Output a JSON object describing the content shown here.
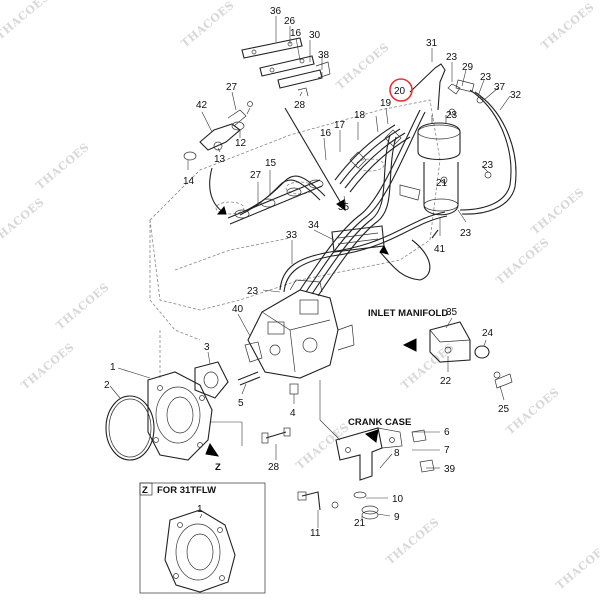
{
  "watermark": "THACOES",
  "highlight_color": "#e53333",
  "labels": {
    "p1": "1",
    "p1z": "1",
    "p2": "2",
    "p3": "3",
    "p4": "4",
    "p5": "5",
    "p6": "6",
    "p7": "7",
    "p8": "8",
    "p9": "9",
    "p10": "10",
    "p11": "11",
    "p12": "12",
    "p13": "13",
    "p14": "14",
    "p15": "15",
    "p16": "16",
    "p17": "17",
    "p18": "18",
    "p19": "19",
    "p20": "20",
    "p21": "21",
    "p22": "22",
    "p23a": "23",
    "p23b": "23",
    "p23c": "23",
    "p23d": "23",
    "p23e": "23",
    "p23f": "23",
    "p24": "24",
    "p25": "25",
    "p26": "26",
    "p27a": "27",
    "p27b": "27",
    "p28a": "28",
    "p28b": "28",
    "p29": "29",
    "p30": "30",
    "p31": "31",
    "p32": "32",
    "p33": "33",
    "p34": "34",
    "p35a": "35",
    "p35b": "35",
    "p36": "36",
    "p37": "37",
    "p38": "38",
    "p39": "39",
    "p40": "40",
    "p41": "41",
    "p42": "42"
  },
  "annotations": {
    "inlet_manifold": "INLET MANIFOLD",
    "crank_case": "CRANK CASE",
    "z_marker": "Z",
    "z_box_letter": "Z",
    "z_box_text": "FOR 31TFLW"
  }
}
